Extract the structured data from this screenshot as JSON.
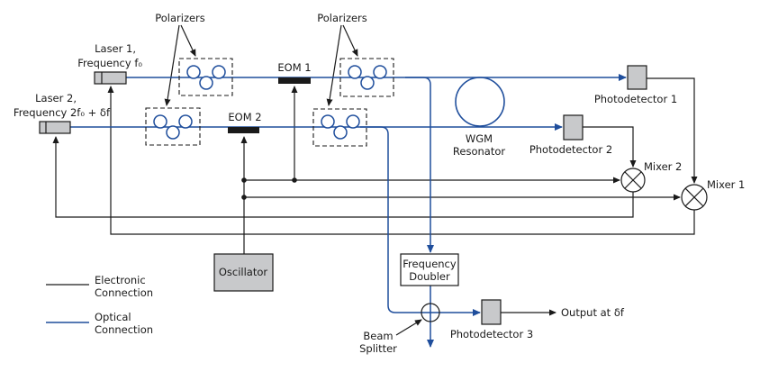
{
  "colors": {
    "electronic": "#1a1a1a",
    "optical": "#1f4e9c",
    "component_fill": "#c8c9cb"
  },
  "labels": {
    "polarizers_top_left": "Polarizers",
    "polarizers_top_right": "Polarizers",
    "laser1_line1": "Laser 1,",
    "laser1_line2": "Frequency f₀",
    "laser2_line1": "Laser 2,",
    "laser2_line2": "Frequency 2f₀ + δf",
    "eom1": "EOM 1",
    "eom2": "EOM 2",
    "wgm_line1": "WGM",
    "wgm_line2": "Resonator",
    "photodetector1": "Photodetector 1",
    "photodetector2": "Photodetector 2",
    "photodetector3": "Photodetector 3",
    "mixer1": "Mixer 1",
    "mixer2": "Mixer 2",
    "oscillator": "Oscillator",
    "freq_doubler_line1": "Frequency",
    "freq_doubler_line2": "Doubler",
    "beam_splitter_line1": "Beam",
    "beam_splitter_line2": "Splitter",
    "output": "Output at δf"
  },
  "legend": {
    "electronic_line1": "Electronic",
    "electronic_line2": "Connection",
    "optical_line1": "Optical",
    "optical_line2": "Connection"
  }
}
